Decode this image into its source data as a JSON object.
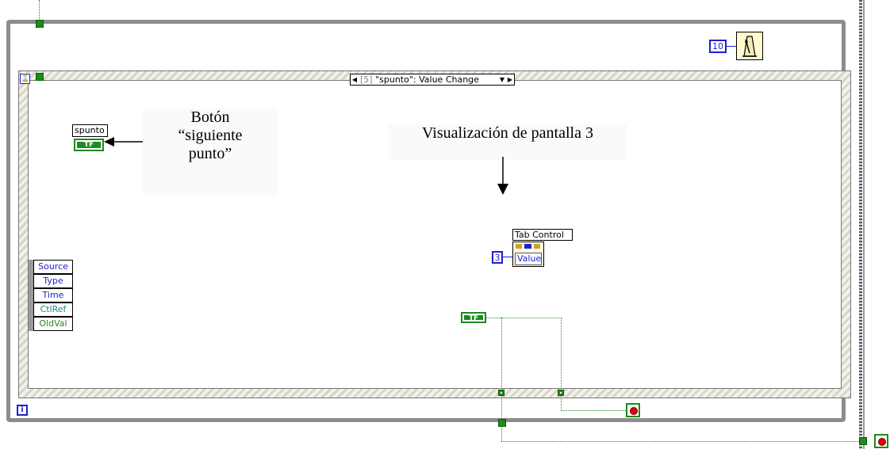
{
  "event_selector": {
    "index": "[5]",
    "event": "\"spunto\": Value Change",
    "left_arrow": "◀",
    "menu_arrow": "▼",
    "right_arrow": "▶"
  },
  "timeout_constant": "10",
  "loop_iteration_label": "i",
  "event_timeout_label": "⌛",
  "spunto_control": {
    "label": "spunto",
    "terminal_text": "TF"
  },
  "annotation_boton": {
    "line1": "Botón",
    "line2": "“siguiente",
    "line3": "punto”"
  },
  "annotation_visualizacion": "Visualización de pantalla 3",
  "tab_control": {
    "label": "Tab Control",
    "property": "Value"
  },
  "tab_value_constant": "3",
  "bool_constant_text": "TF",
  "event_data_node": [
    {
      "label": "Source",
      "color": "#1f1fd0"
    },
    {
      "label": "Type",
      "color": "#1f1fd0"
    },
    {
      "label": "Time",
      "color": "#1f1fd0"
    },
    {
      "label": "CtlRef",
      "color": "#1f8a8a"
    },
    {
      "label": "OldVal",
      "color": "#1f8a1f"
    }
  ],
  "colors": {
    "wire_boolean": "#1f8a1f",
    "numeric": "#1f1fd0",
    "frame": "#8c8c8c"
  }
}
